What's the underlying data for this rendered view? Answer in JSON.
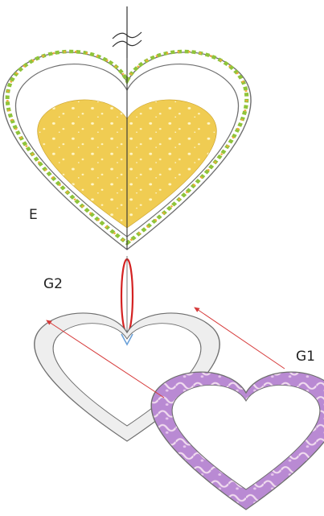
{
  "labels": {
    "e": "E",
    "g2": "G2",
    "g1": "G1"
  },
  "colors": {
    "outline": "#6f6f6f",
    "thread": "#333333",
    "gold_fill": "#f0cc52",
    "gold_sparkle": "#fff6c8",
    "green_dots": "#8fc43a",
    "orange_dots": "#f2a93b",
    "red_loop": "#d42222",
    "arrow": "#d63a3a",
    "grey_fill": "#eeeeee",
    "purple_fill": "#b98ad3",
    "purple_light": "#f1dcef",
    "blue_join": "#6aa0d8"
  },
  "parts": [
    {
      "name": "E",
      "description_visible": false
    },
    {
      "name": "G1",
      "description_visible": false
    },
    {
      "name": "G2",
      "description_visible": false
    }
  ]
}
